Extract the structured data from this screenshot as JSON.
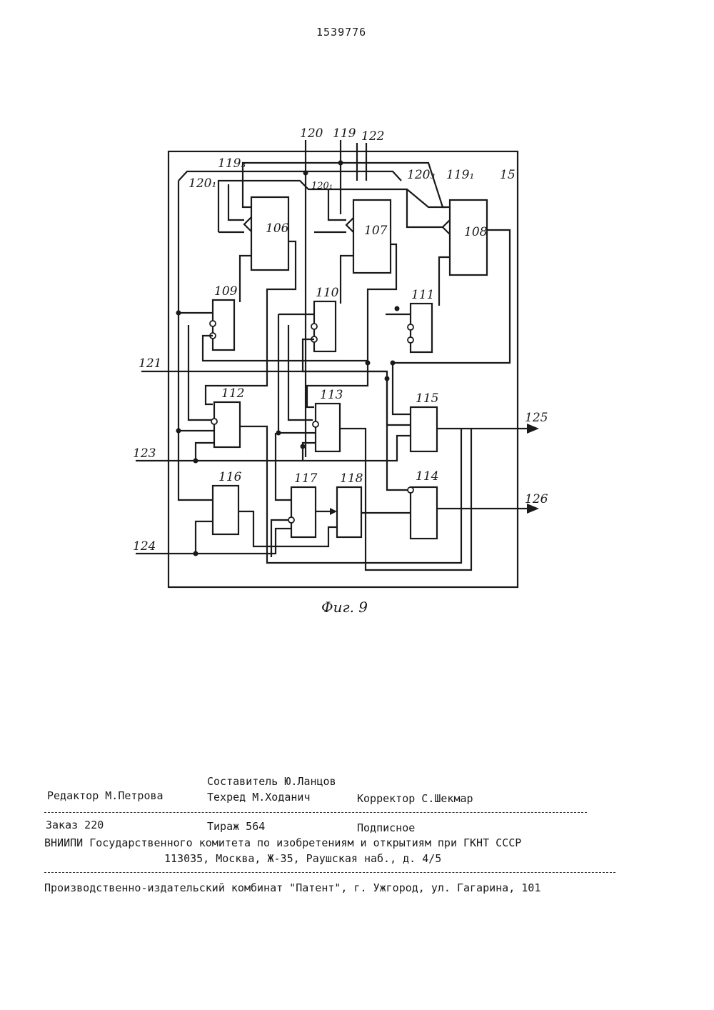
{
  "header": {
    "page_number": "1539776"
  },
  "figure": {
    "caption": "Фиг. 9",
    "frame_label": "15",
    "blocks": {
      "b106": "106",
      "b107": "107",
      "b108": "108",
      "b109": "109",
      "b110": "110",
      "b111": "111",
      "b112": "112",
      "b113": "113",
      "b114": "114",
      "b115": "115",
      "b116": "116",
      "b117": "117",
      "b118": "118"
    },
    "signals": {
      "s120": "120",
      "s119": "119",
      "s122": "122",
      "s119_3": "119₃",
      "s120_1": "120₁",
      "s120_1b": "120₁",
      "s120_3": "120₃",
      "s119_1": "119₁",
      "s121": "121",
      "s123": "123",
      "s124": "124",
      "s125": "125",
      "s126": "126"
    }
  },
  "imprint": {
    "compiler": "Составитель Ю.Ланцов",
    "editor": "Редактор М.Петрова",
    "techred": "Техред М.Ходанич",
    "corrector": "Корректор С.Шекмар",
    "order": "Заказ 220",
    "circulation": "Тираж 564",
    "subscription": "Подписное",
    "organization": "ВНИИПИ Государственного комитета по изобретениям и открытиям при ГКНТ СССР",
    "address": "113035, Москва, Ж-35, Раушская наб., д. 4/5",
    "printer": "Производственно-издательский комбинат \"Патент\", г. Ужгород, ул. Гагарина, 101"
  }
}
